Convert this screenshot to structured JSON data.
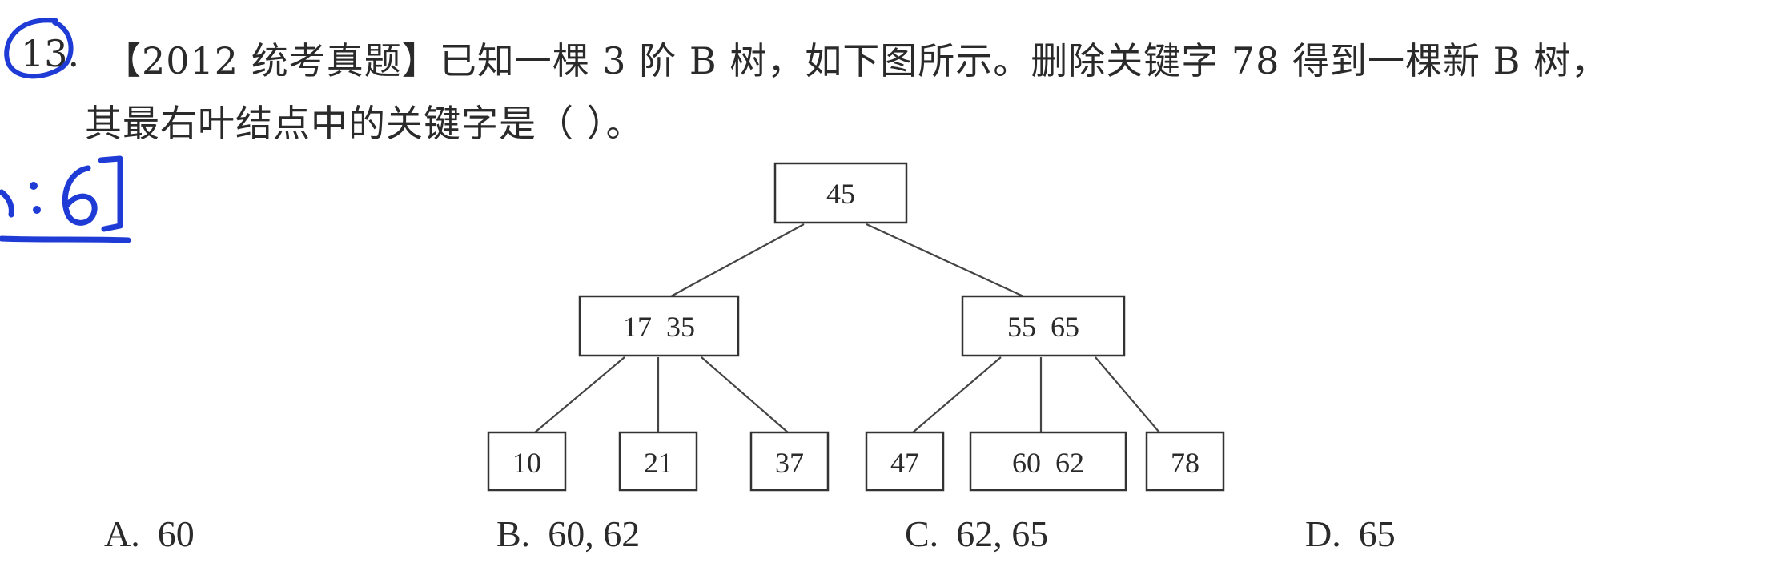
{
  "question": {
    "number": "13.",
    "line1": "【2012 统考真题】已知一棵 3 阶 B 树，如下图所示。删除关键字 78 得到一棵新 B 树，",
    "line2": "其最右叶结点中的关键字是（   ）。"
  },
  "handwriting": {
    "answer_note": ":6]",
    "color": "#1f3bd6"
  },
  "tree": {
    "root": "45",
    "internal": [
      "17  35",
      "55  65"
    ],
    "leaves": [
      "10",
      "21",
      "37",
      "47",
      "60  62",
      "78"
    ]
  },
  "options": [
    {
      "letter": "A.",
      "text": "60"
    },
    {
      "letter": "B.",
      "text": "60, 62"
    },
    {
      "letter": "C.",
      "text": "62, 65"
    },
    {
      "letter": "D.",
      "text": "65"
    }
  ]
}
